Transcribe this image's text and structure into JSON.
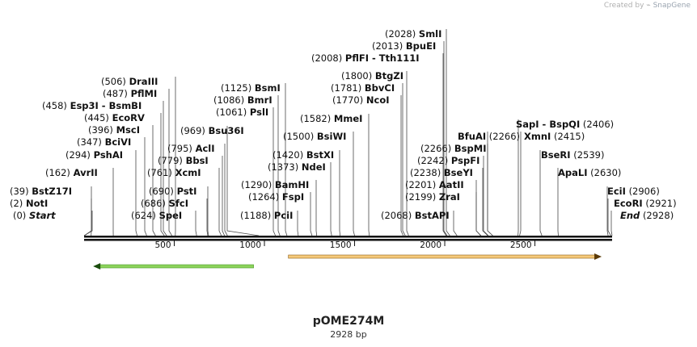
{
  "credit": {
    "text": "Created by",
    "brand": "SnapGene"
  },
  "plasmid": {
    "name": "pOME274M",
    "length_label": "2928 bp",
    "length": 2928
  },
  "axis": {
    "ticks": [
      500,
      1000,
      1500,
      2000,
      2500
    ]
  },
  "features": [
    {
      "name": "green-feature-reverse",
      "start": 50,
      "end": 940,
      "direction": "reverse",
      "color": "#8cd35b",
      "stroke": "#4c9a2a"
    },
    {
      "name": "orange-feature-forward",
      "start": 1133,
      "end": 2870,
      "direction": "forward",
      "color": "#f5c97a",
      "stroke": "#8a5a12"
    }
  ],
  "sites": [
    {
      "pos_label": "(0)",
      "name": "Start",
      "pos": 0,
      "italic": true
    },
    {
      "pos_label": "(2)",
      "name": "NotI",
      "pos": 2
    },
    {
      "pos_label": "(39)",
      "name": "BstZ17I",
      "pos": 39
    },
    {
      "pos_label": "(162)",
      "name": "AvrII",
      "pos": 162
    },
    {
      "pos_label": "(294)",
      "name": "PshAI",
      "pos": 294
    },
    {
      "pos_label": "(347)",
      "name": "BciVI",
      "pos": 347
    },
    {
      "pos_label": "(396)",
      "name": "MscI",
      "pos": 396
    },
    {
      "pos_label": "(445)",
      "name": "EcoRV",
      "pos": 445
    },
    {
      "pos_label": "(458)",
      "name": "Esp3I  -  BsmBI",
      "pos": 458
    },
    {
      "pos_label": "(487)",
      "name": "PflMI",
      "pos": 487
    },
    {
      "pos_label": "(506)",
      "name": "DraIII",
      "pos": 506
    },
    {
      "pos_label": "(624)",
      "name": "SpeI",
      "pos": 624
    },
    {
      "pos_label": "(686)",
      "name": "SfcI",
      "pos": 686
    },
    {
      "pos_label": "(690)",
      "name": "PstI",
      "pos": 690
    },
    {
      "pos_label": "(761)",
      "name": "XcmI",
      "pos": 761
    },
    {
      "pos_label": "(779)",
      "name": "BbsI",
      "pos": 779
    },
    {
      "pos_label": "(795)",
      "name": "AclI",
      "pos": 795
    },
    {
      "pos_label": "(969)",
      "name": "Bsu36I",
      "pos": 969
    },
    {
      "pos_label": "(1061)",
      "name": "PslI",
      "pos": 1061
    },
    {
      "pos_label": "(1086)",
      "name": "BmrI",
      "pos": 1086
    },
    {
      "pos_label": "(1125)",
      "name": "BsmI",
      "pos": 1125
    },
    {
      "pos_label": "(1188)",
      "name": "PciI",
      "pos": 1188
    },
    {
      "pos_label": "(1264)",
      "name": "FspI",
      "pos": 1264
    },
    {
      "pos_label": "(1290)",
      "name": "BamHI",
      "pos": 1290
    },
    {
      "pos_label": "(1373)",
      "name": "NdeI",
      "pos": 1373
    },
    {
      "pos_label": "(1420)",
      "name": "BstXI",
      "pos": 1420
    },
    {
      "pos_label": "(1500)",
      "name": "BsiWI",
      "pos": 1500
    },
    {
      "pos_label": "(1582)",
      "name": "MmeI",
      "pos": 1582
    },
    {
      "pos_label": "(1770)",
      "name": "NcoI",
      "pos": 1770
    },
    {
      "pos_label": "(1781)",
      "name": "BbvCI",
      "pos": 1781
    },
    {
      "pos_label": "(1800)",
      "name": "BtgZI",
      "pos": 1800
    },
    {
      "pos_label": "(2008)",
      "name": "PflFI  -  Tth111I",
      "pos": 2008
    },
    {
      "pos_label": "(2013)",
      "name": "BpuEI",
      "pos": 2013
    },
    {
      "pos_label": "(2028)",
      "name": "SmlI",
      "pos": 2028
    },
    {
      "pos_label": "(2068)",
      "name": "BstAPI",
      "pos": 2068
    },
    {
      "pos_label": "(2199)",
      "name": "ZraI",
      "pos": 2199
    },
    {
      "pos_label": "(2201)",
      "name": "AatII",
      "pos": 2201
    },
    {
      "pos_label": "(2238)",
      "name": "BseYI",
      "pos": 2238
    },
    {
      "pos_label": "(2242)",
      "name": "PspFI",
      "pos": 2242
    },
    {
      "pos_label": "(2266)",
      "name": "BspMI",
      "pos": 2266
    },
    {
      "pos_label": "(2266)",
      "name": "BfuAI",
      "pos": 2266
    },
    {
      "pos_label": "(2406)",
      "name": "SapI  -  BspQI",
      "pos": 2406
    },
    {
      "pos_label": "(2415)",
      "name": "XmnI",
      "pos": 2415
    },
    {
      "pos_label": "(2539)",
      "name": "BseRI",
      "pos": 2539
    },
    {
      "pos_label": "(2630)",
      "name": "ApaLI",
      "pos": 2630
    },
    {
      "pos_label": "(2906)",
      "name": "EciI",
      "pos": 2906
    },
    {
      "pos_label": "(2921)",
      "name": "EcoRI",
      "pos": 2921
    },
    {
      "pos_label": "(2928)",
      "name": "End",
      "pos": 2928,
      "italic": true
    }
  ]
}
